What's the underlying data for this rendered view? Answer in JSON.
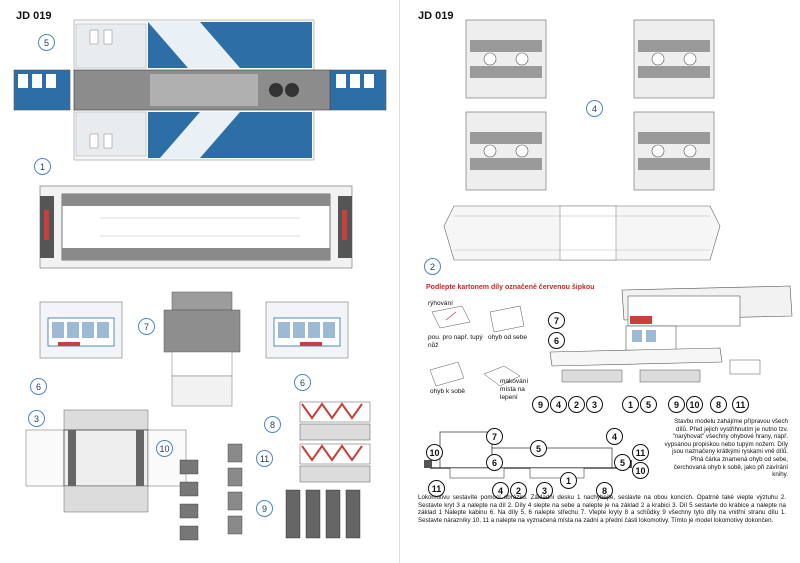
{
  "left_page": {
    "page_id": "JD 019",
    "part_numbers": [
      "5",
      "1",
      "6",
      "6",
      "7",
      "3",
      "8",
      "10",
      "11",
      "9"
    ]
  },
  "right_page": {
    "page_id": "JD 019",
    "part_numbers": [
      "4",
      "2"
    ],
    "reinforce_heading": "Podlepte kartonem díly označené červenou šipkou",
    "legend": {
      "scoring": "rýhování",
      "scoring_detail": "pou. pro např. tupý nůž",
      "fold_away": "ohyb od sebe",
      "fold_toward": "ohyb k sobě",
      "glue_label": "makování\nmísta na\nlepení"
    },
    "assembly_labels": [
      "7",
      "6",
      "9",
      "4",
      "2",
      "3",
      "1",
      "5",
      "9",
      "10",
      "8",
      "11"
    ],
    "side_view_labels": [
      "10",
      "11",
      "7",
      "6",
      "5",
      "4",
      "2",
      "3",
      "1",
      "8",
      "5",
      "4",
      "11",
      "10"
    ],
    "intro_text": "Stavbu modelu zahájíme přípravou všech dílů. Před jejich vystřihnutím je nutno tzv. \"narýhovat\" všechny ohybové hrany, např. vypsanou propiskou nebo tupým nožem. Díly jsou naznačeny krátkými ryskami vně dílů. Plná čárka znamená ohyb od sebe, čerchovaná ohyb k sobě, jako při zavírání knihy.",
    "assembly_text": "Lokomotivu sestavíte pomocí obrázku. Základní desku 1 nachybejte, seslavte na obou koncích. Opatrně také viepte výztuhu 2. Sestavte kryt 3 a nalepte na díl 2. Díly 4 slepte na sebe a nalepte je na základ 2 a krabici 3. Díl 5 sestavte do krabice a nalepte na základ 1 Nalepte kabinu 6. Na díly 5, 6 nalepte střechu 7. Vlepte kryty 8 a schůdky 9 všechny tyto díly na vnitřní stranu dílu 1. Sestavte nárazníky 10, 11 a nalepte na vyznačená místa na zadní a přední části lokomotivy. Tímto je model lokomotivy dokončen."
  },
  "colors": {
    "body_blue": "#2e6ea6",
    "roof_gray": "#8a8a8a",
    "dark_gray": "#555555",
    "accent_red": "#c8403c",
    "number_ring": "#4a86c5"
  }
}
